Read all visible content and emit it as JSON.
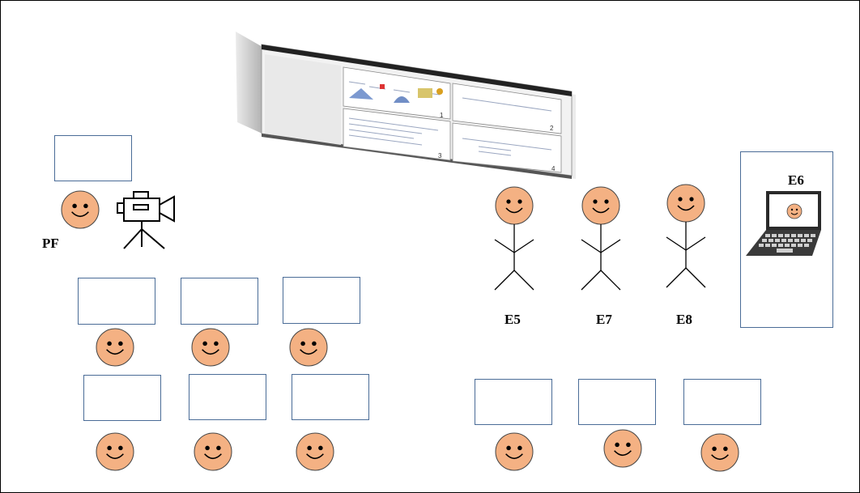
{
  "labels": {
    "teacher": "PF",
    "student_5": "E5",
    "student_7": "E7",
    "student_8": "E8",
    "remote_student": "E6"
  },
  "board_panel_numbers": [
    "1",
    "2",
    "3",
    "4"
  ],
  "colors": {
    "face_fill": "#f4b183",
    "face_stroke": "#444444",
    "desk_border": "#4a6c97",
    "board_frame": "#2a2a2a"
  },
  "icons": [
    "smiley-face-icon",
    "video-camera-icon",
    "stick-figure-icon",
    "laptop-icon",
    "interactive-board-icon"
  ]
}
